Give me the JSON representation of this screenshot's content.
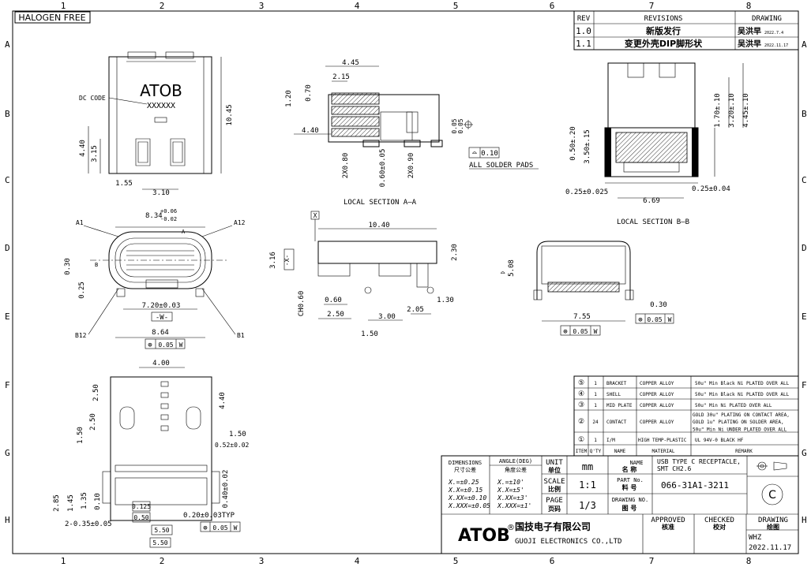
{
  "sheet": {
    "halogen_free": "HALOGEN FREE",
    "columns": [
      "1",
      "2",
      "3",
      "4",
      "5",
      "6",
      "7",
      "8"
    ],
    "rows": [
      "A",
      "B",
      "C",
      "D",
      "E",
      "F",
      "G",
      "H"
    ]
  },
  "revisions": {
    "header": {
      "rev": "REV",
      "revisions": "REVISIONS",
      "drawing": "DRAWING"
    },
    "rows": [
      {
        "rev": "1.0",
        "desc": "新版发行",
        "by": "吴洪早",
        "date": "2022.7.4"
      },
      {
        "rev": "1.1",
        "desc": "变更外壳DIP脚形状",
        "by": "吴洪早",
        "date": "2022.11.17"
      }
    ]
  },
  "views": {
    "top": {
      "brand": "ATOB",
      "code": "XXXXXX",
      "dc_label": "DC CODE",
      "dims": [
        "10.45",
        "4.40",
        "3.15",
        "1.55",
        "3.10"
      ]
    },
    "section_aa": {
      "label": "LOCAL SECTION A—A",
      "dims": [
        "4.45",
        "2.15",
        "1.20",
        "0.70",
        "4.40",
        "0.05",
        "0.05",
        "2X0.80",
        "0.60±0.05",
        "2X0.90"
      ],
      "flatness": "0.10",
      "note": "ALL SOLDER PADS"
    },
    "section_bb": {
      "label": "LOCAL SECTION B—B",
      "dims": [
        "1.70±.10",
        "3.20±.10",
        "4.45±.10",
        "0.50±.20",
        "3.50±.15",
        "0.25±0.025",
        "6.69",
        "0.25±0.04"
      ]
    },
    "front": {
      "dims": [
        "8.34",
        "+0.06",
        "-0.02",
        "A1",
        "A12",
        "A",
        "B",
        "0.30",
        "0.25",
        "7.20±0.03",
        "-W-",
        "8.64",
        "B12",
        "B1"
      ],
      "gdt_tol": "0.05",
      "gdt_ref": "W"
    },
    "side": {
      "dims": [
        "10.40",
        "X",
        "3.16",
        "-X-",
        "2.30",
        "0.60",
        "2.50",
        "CH0.60",
        "3.00",
        "2.05",
        "1.30",
        "1.50"
      ]
    },
    "rear": {
      "dims": [
        "5.08",
        "7.55",
        "0.30",
        "0.05",
        "W",
        "0.05",
        "W"
      ]
    },
    "bottom": {
      "dims": [
        "4.00",
        "2.50",
        "4.40",
        "2.50",
        "1.50",
        "1.50",
        "0.52±0.02",
        "0.40±0.02",
        "2.85",
        "1.45",
        "0.10",
        "1.35",
        "2-0.35±0.05",
        "0.125",
        "0.50",
        "0.20±0.03TYP",
        "5.50",
        "5.50"
      ],
      "gdt_tol": "0.05",
      "gdt_ref": "W"
    }
  },
  "bom": {
    "headers": {
      "item": "ITEM",
      "qty": "Q'TY",
      "name": "NAME",
      "material": "MATERIAL",
      "remark": "REMARK"
    },
    "rows": [
      {
        "item": "⑤",
        "qty": "1",
        "name": "BRACKET",
        "material": "COPPER ALLOY",
        "remark": "50u\" Min Black Ni PLATED OVER ALL"
      },
      {
        "item": "④",
        "qty": "1",
        "name": "SHELL",
        "material": "COPPER ALLOY",
        "remark": "50u\" Min Black Ni PLATED OVER ALL"
      },
      {
        "item": "③",
        "qty": "1",
        "name": "MID PLATE",
        "material": "COPPER ALLOY",
        "remark": "50u\" Min Ni PLATED OVER ALL"
      },
      {
        "item": "②",
        "qty": "24",
        "name": "CONTACT",
        "material": "COPPER ALLOY",
        "remark": "GOLD 30u\" PLATING ON CONTACT AREA,\nGOLD 1u\" PLATING ON SOLDER AREA,\n50u\" Min Ni UNDER PLATED OVER ALL"
      },
      {
        "item": "①",
        "qty": "1",
        "name": "I/M",
        "material": "HIGH TEMP-PLASTIC",
        "remark": "UL 94V-0 BLACK HF"
      }
    ]
  },
  "title_block": {
    "dimensions": "DIMENSIONS",
    "dimensions_cn": "尺寸公差",
    "angle": "ANGLE(DEG)",
    "angle_cn": "角度公差",
    "tol": [
      "X.=±0.25",
      "X.X=±0.15",
      "X.XX=±0.10",
      "X.XXX=±0.05"
    ],
    "ang": [
      "X.=±10'",
      "X.X=±5'",
      "X.XX=±3'",
      "X.XXX=±1'"
    ],
    "unit_label": "UNIT",
    "unit_cn": "单位",
    "unit": "mm",
    "scale_label": "SCALE",
    "scale_cn": "比例",
    "scale": "1:1",
    "page_label": "PAGE",
    "page_cn": "页码",
    "page": "1/3",
    "name_label": "NAME",
    "name_cn": "名 称",
    "name": "USB TYPE C RECEPTACLE,\nSMT CH2.6",
    "part_label": "PART No.",
    "part_cn": "料 号",
    "part": "066-31A1-3211",
    "drawing_no_label": "DRAWING NO.",
    "drawing_no_cn": "图 号",
    "brand": "ATOB",
    "reg": "®",
    "company_cn": "国技电子有限公司",
    "company_en": "GUOJI ELECTRONICS CO.,LTD",
    "approved": "APPROVED",
    "approved_cn": "核准",
    "checked": "CHECKED",
    "checked_cn": "校对",
    "drawing": "DRAWING",
    "drawing_cn": "绘图",
    "drawer": "WHZ",
    "date": "2022.11.17"
  }
}
